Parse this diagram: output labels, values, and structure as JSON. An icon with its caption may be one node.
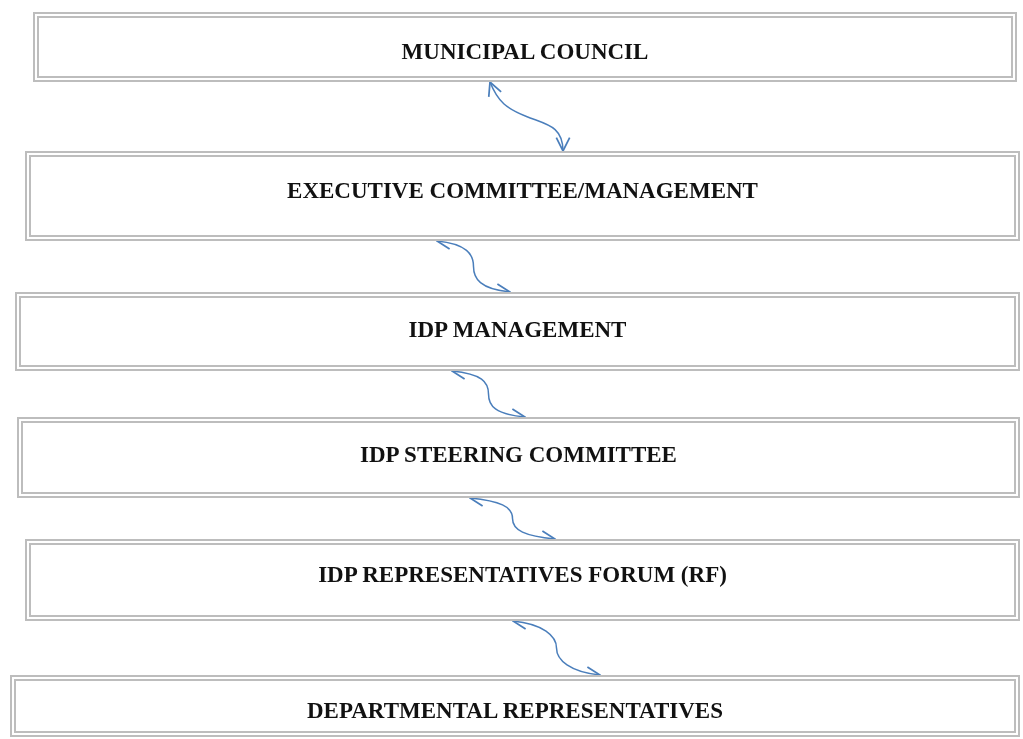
{
  "diagram": {
    "nodes": [
      {
        "text": [
          "MUNICIPAL COUNCIL"
        ]
      },
      {
        "text": [
          "EXECUTIVE COMMITTEE/MANAGEMENT"
        ]
      },
      {
        "text": [
          "IDP MANAGEMENT"
        ]
      },
      {
        "text": [
          "IDP STEERING COMMITTEE"
        ]
      },
      {
        "text": [
          "IDP REPRESENTATIVES FORUM (RF)"
        ]
      },
      {
        "text": [
          "DEPARTMENTAL REPRESENTATIVES"
        ]
      }
    ],
    "edges": [
      {
        "from": 0,
        "to": 1,
        "arrow": "both"
      },
      {
        "from": 1,
        "to": 2,
        "arrow": "both"
      },
      {
        "from": 2,
        "to": 3,
        "arrow": "both"
      },
      {
        "from": 3,
        "to": 4,
        "arrow": "both"
      },
      {
        "from": 4,
        "to": 5,
        "arrow": "both"
      }
    ]
  }
}
